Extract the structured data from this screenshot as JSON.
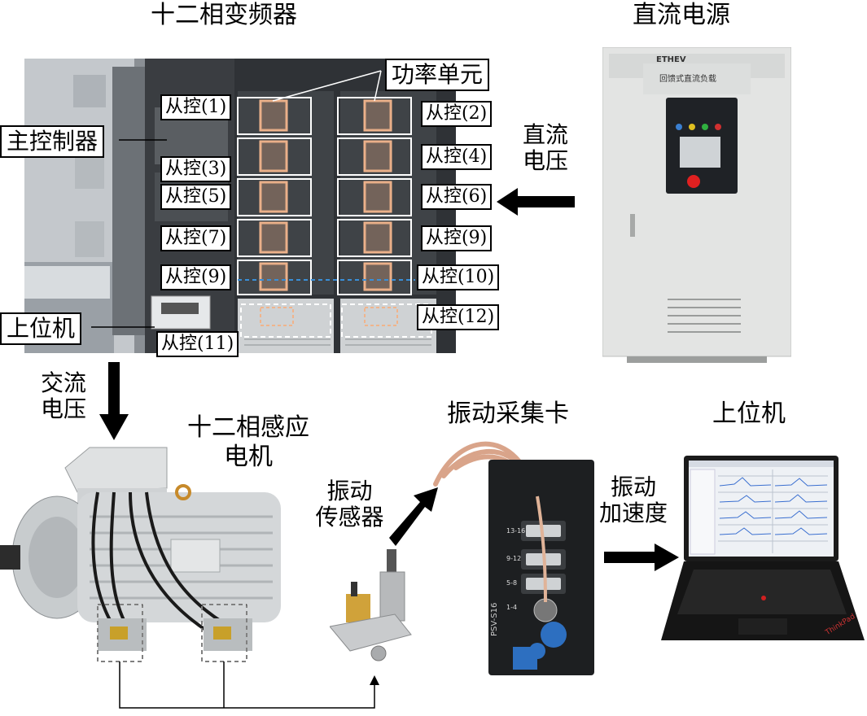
{
  "titles": {
    "converter": "十二相变频器",
    "dc_source": "直流电源",
    "motor": "十二相感应电机",
    "daq": "振动采集卡",
    "pc": "上位机"
  },
  "converter_labels": {
    "power_unit": "功率单元",
    "main_controller": "主控制器",
    "host_pc": "上位机",
    "slaves": [
      "从控(1)",
      "从控(2)",
      "从控(3)",
      "从控(4)",
      "从控(5)",
      "从控(6)",
      "从控(7)",
      "从控(9)",
      "从控(9)",
      "从控(10)",
      "从控(11)",
      "从控(12)"
    ]
  },
  "flow_labels": {
    "dc_voltage": [
      "直流",
      "电压"
    ],
    "ac_voltage": [
      "交流",
      "电压"
    ],
    "vib_sensor": [
      "振动",
      "传感器"
    ],
    "vib_accel": [
      "振动",
      "加速度"
    ]
  },
  "device_text": {
    "dc_brand": "ETHEV",
    "dc_panel": "回馈式直流负载",
    "daq_model": "PSV-S16",
    "daq_ports": [
      "13-16",
      "9-12",
      "5-8",
      "1-4"
    ],
    "laptop_brand": "ThinkPad"
  },
  "colors": {
    "highlight_orange": "#f0b48c",
    "dashed_blue": "#3a8fd8",
    "cabinet_grey": "#c9cdd0",
    "dark": "#1d1d1d"
  }
}
